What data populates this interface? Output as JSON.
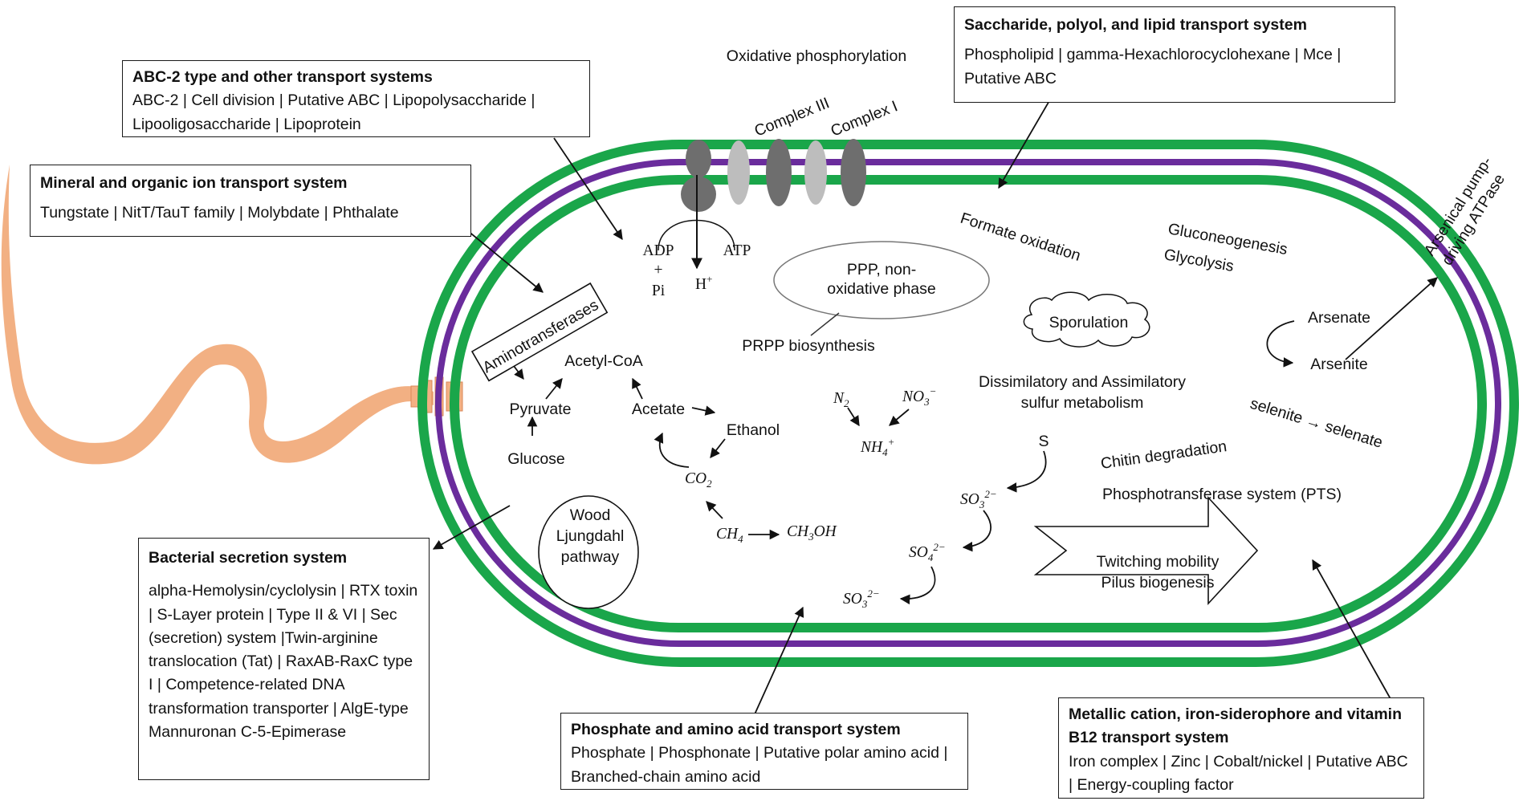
{
  "boxes": {
    "abc2": {
      "title": "ABC-2 type and other transport systems",
      "body": "ABC-2 | Cell division | Putative ABC | Lipopolysaccharide | Lipooligosaccharide | Lipoprotein"
    },
    "mineral": {
      "title": "Mineral and organic ion transport system",
      "body": "Tungstate | NitT/TauT family | Molybdate | Phthalate"
    },
    "saccharide": {
      "title": "Saccharide, polyol, and lipid transport system",
      "body": "Phospholipid | gamma-Hexachlorocyclohexane | Mce | Putative ABC"
    },
    "secretion": {
      "title": "Bacterial secretion system",
      "body": "alpha-Hemolysin/cyclolysin | RTX toxin | S-Layer protein | Type II & VI | Sec (secretion) system |Twin-arginine translocation (Tat) | RaxAB-RaxC type I | Competence-related DNA transformation transporter | AlgE-type Mannuronan C-5-Epimerase"
    },
    "phosphate": {
      "title": "Phosphate and amino acid transport system",
      "body": "Phosphate | Phosphonate | Putative polar amino acid | Branched-chain amino acid"
    },
    "metallic": {
      "title": "Metallic cation, iron-siderophore and vitamin B12 transport system",
      "body": "Iron complex | Zinc | Cobalt/nickel | Putative ABC | Energy-coupling factor"
    }
  },
  "labels": {
    "oxphos": "Oxidative phosphorylation",
    "complex3": "Complex III",
    "complex1": "Complex I",
    "adp": "ADP",
    "plus": "+",
    "pi": "Pi",
    "atp": "ATP",
    "hplus": "H",
    "hplus_sup": "+",
    "ppp": [
      "PPP, non-",
      "oxidative phase"
    ],
    "prpp": "PRPP biosynthesis",
    "aminotransferases": "Aminotransferases",
    "acetylcoa": "Acetyl-CoA",
    "pyruvate": "Pyruvate",
    "acetate": "Acetate",
    "ethanol": "Ethanol",
    "glucose": "Glucose",
    "co2": "CO",
    "co2_sub": "2",
    "ch4": "CH",
    "ch4_sub": "4",
    "ch3oh": "CH",
    "ch3oh_sub": "3",
    "ch3oh_tail": "OH",
    "wood": [
      "Wood",
      "Ljungdahl",
      "pathway"
    ],
    "n2": "N",
    "n2_sub": "2",
    "no3": "NO",
    "no3_sub": "3",
    "no3_sup": "−",
    "nh4": "NH",
    "nh4_sub": "4",
    "nh4_sup": "+",
    "formate": "Formate oxidation",
    "gluconeo": "Gluconeogenesis",
    "glycolysis": "Glycolysis",
    "sporulation": "Sporulation",
    "sulfur": [
      "Dissimilatory and Assimilatory",
      "sulfur metabolism"
    ],
    "s": "S",
    "so3a": "SO",
    "so3a_sub": "3",
    "so3a_sup": "2−",
    "so4": "SO",
    "so4_sub": "4",
    "so4_sup": "2−",
    "so3b": "SO",
    "so3b_sub": "3",
    "so3b_sup": "2−",
    "arsenate": "Arsenate",
    "arsenite": "Arsenite",
    "arsenical": [
      "Arsenical pump-",
      "driving ATPase"
    ],
    "selenite": "selenite → selenate",
    "chitin": "Chitin degradation",
    "pts": "Phosphotransferase system (PTS)",
    "twitching": [
      "Twitching mobility",
      "Pilus biogenesis"
    ]
  },
  "colors": {
    "wall": "#1aa64a",
    "membrane": "#6a2c9c",
    "flagellum": "#f2b083",
    "complex_dark": "#6e6e6e",
    "complex_light": "#bdbdbd"
  }
}
